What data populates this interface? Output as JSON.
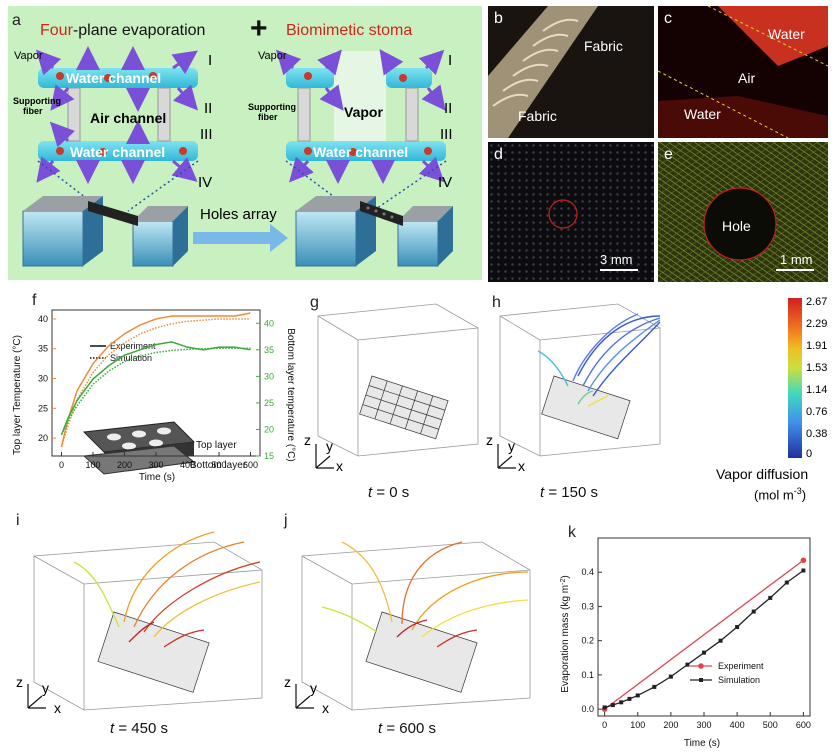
{
  "panel_a": {
    "letter": "a",
    "left_title_accent": "Four",
    "left_title_rest": "-plane evaporation",
    "plus": "+",
    "right_title": "Biomimetic stoma",
    "vapor": "Vapor",
    "water_channel": "Water channel",
    "air_channel": "Air channel",
    "supporting_fiber_1": "Supporting",
    "supporting_fiber_2": "fiber",
    "vapor_center": "Vapor",
    "roman": [
      "I",
      "II",
      "III",
      "IV"
    ],
    "holes_array": "Holes array"
  },
  "panel_b": {
    "letter": "b",
    "label_top": "Fabric",
    "label_bottom": "Fabric"
  },
  "panel_c": {
    "letter": "c",
    "label_water_top": "Water",
    "label_air": "Air",
    "label_water_bottom": "Water"
  },
  "panel_d": {
    "letter": "d",
    "scale": "3 mm"
  },
  "panel_e": {
    "letter": "e",
    "hole": "Hole",
    "scale": "1 mm"
  },
  "panel_f": {
    "letter": "f",
    "legend_experiment": "Experiment",
    "legend_simulation": "Simulation",
    "inset_top": "Top layer",
    "inset_bottom": "Bottom layer"
  },
  "panel_g": {
    "letter": "g",
    "caption_var": "t",
    "caption_val": " = 0 s"
  },
  "panel_h": {
    "letter": "h",
    "caption_var": "t",
    "caption_val": " = 150 s"
  },
  "panel_i": {
    "letter": "i",
    "caption_var": "t",
    "caption_val": " = 450 s"
  },
  "panel_j": {
    "letter": "j",
    "caption_var": "t",
    "caption_val": " = 600 s"
  },
  "panel_k": {
    "letter": "k"
  },
  "axes": {
    "z": "z",
    "y": "y",
    "x": "x"
  },
  "colorbar": {
    "ticks": [
      "2.67",
      "2.29",
      "1.91",
      "1.53",
      "1.14",
      "0.76",
      "0.38",
      "0"
    ],
    "title": "Vapor diffusion",
    "unit": "(mol m",
    "unit_sup": "-3",
    "unit_end": ")"
  },
  "chart_data": [
    {
      "type": "line",
      "panel": "f",
      "xlabel": "Time (s)",
      "ylabel": "Top layer Temperature (°C)",
      "y2label": "Bottom layer temperature (°C)",
      "xlim": [
        -30,
        630
      ],
      "xticks": [
        0,
        100,
        200,
        300,
        400,
        500,
        600
      ],
      "ylim": [
        17,
        41.5
      ],
      "yticks": [
        20,
        25,
        30,
        35,
        40
      ],
      "y2lim": [
        15,
        42.5
      ],
      "y2ticks": [
        15,
        20,
        25,
        30,
        35,
        40
      ],
      "colors": {
        "top": "#f08a3c",
        "bottom": "#3caa3c"
      },
      "series": [
        {
          "name": "Experiment",
          "layer": "top",
          "axis": "left",
          "style": "solid",
          "x": [
            0,
            20,
            50,
            100,
            150,
            200,
            250,
            300,
            350,
            400,
            450,
            500,
            550,
            600
          ],
          "y": [
            18.5,
            23,
            28,
            32.5,
            35.5,
            37.5,
            39,
            40,
            40.5,
            40.5,
            40.5,
            40.5,
            40.5,
            41
          ]
        },
        {
          "name": "Simulation",
          "layer": "top",
          "axis": "left",
          "style": "dotted",
          "x": [
            0,
            20,
            50,
            100,
            150,
            200,
            250,
            300,
            350,
            400,
            450,
            500,
            550,
            600
          ],
          "y": [
            18.5,
            22,
            26.5,
            31,
            34,
            36,
            37.5,
            38.5,
            39.2,
            39.6,
            39.8,
            40,
            40,
            40
          ]
        },
        {
          "name": "Experiment",
          "layer": "bottom",
          "axis": "right",
          "style": "solid",
          "x": [
            0,
            20,
            50,
            100,
            150,
            200,
            250,
            300,
            350,
            400,
            450,
            500,
            550,
            600
          ],
          "y": [
            19,
            22,
            25.5,
            29.5,
            32,
            34,
            35,
            36,
            36.5,
            35.5,
            35,
            35.5,
            35.5,
            35
          ]
        },
        {
          "name": "Simulation",
          "layer": "bottom",
          "axis": "right",
          "style": "dotted",
          "x": [
            0,
            20,
            50,
            100,
            150,
            200,
            250,
            300,
            350,
            400,
            450,
            500,
            550,
            600
          ],
          "y": [
            19,
            21.5,
            24.5,
            28.5,
            31,
            32.8,
            33.8,
            34.5,
            34.9,
            35.1,
            35.2,
            35.3,
            35.3,
            35.3
          ]
        }
      ]
    },
    {
      "type": "line",
      "panel": "k",
      "xlabel": "Time (s)",
      "ylabel": "Evaporation mass (kg m",
      "ylabel_sup": "-2",
      "ylabel_end": ")",
      "xlim": [
        -20,
        620
      ],
      "xticks": [
        0,
        100,
        200,
        300,
        400,
        500,
        600
      ],
      "ylim": [
        -0.02,
        0.5
      ],
      "yticks": [
        0.0,
        0.1,
        0.2,
        0.3,
        0.4
      ],
      "series": [
        {
          "name": "Experiment",
          "color": "#e0444e",
          "marker": "circle",
          "x": [
            0,
            600
          ],
          "y": [
            0.0,
            0.435
          ]
        },
        {
          "name": "Simulation",
          "color": "#222222",
          "marker": "square",
          "x": [
            0,
            25,
            50,
            75,
            100,
            150,
            200,
            250,
            300,
            350,
            400,
            450,
            500,
            550,
            600
          ],
          "y": [
            0.005,
            0.012,
            0.02,
            0.03,
            0.04,
            0.065,
            0.095,
            0.13,
            0.165,
            0.2,
            0.24,
            0.285,
            0.325,
            0.37,
            0.405
          ]
        }
      ]
    }
  ]
}
